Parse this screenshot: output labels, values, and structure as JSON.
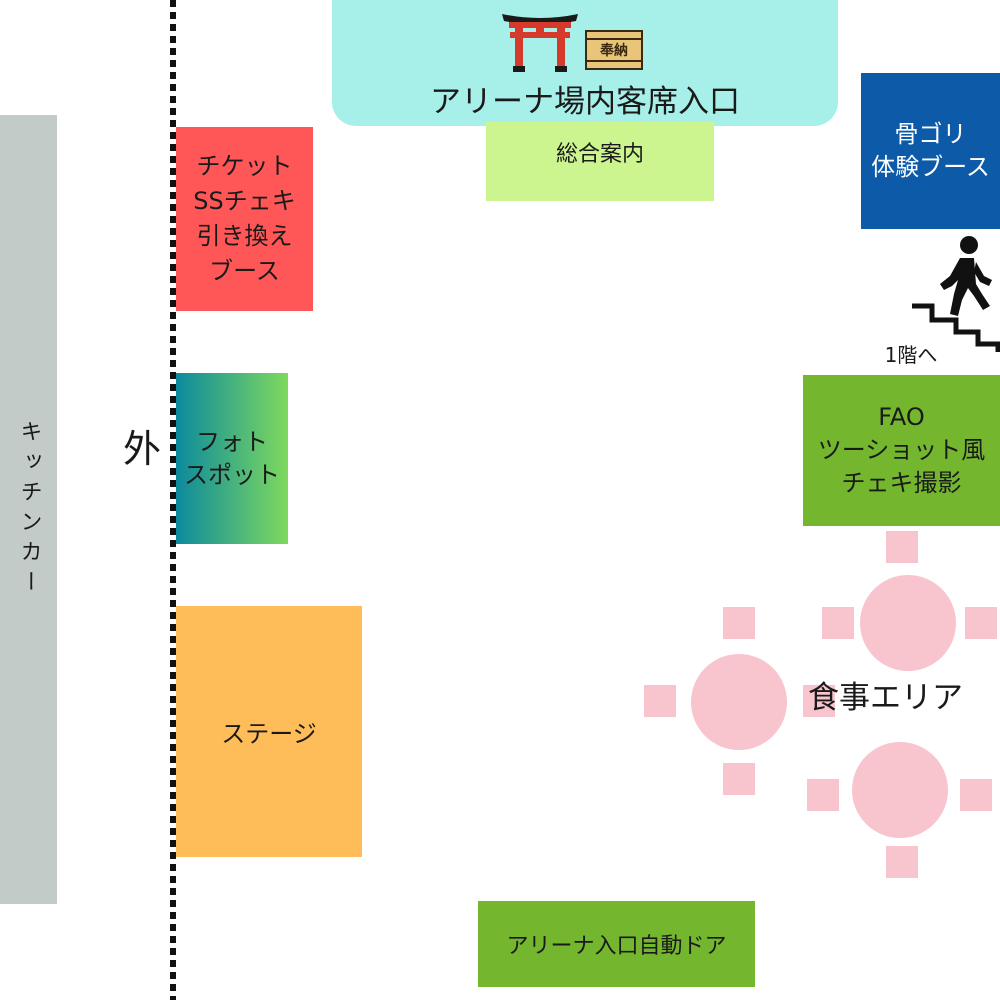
{
  "areas": {
    "seat_entrance": "アリーナ場内客席入口",
    "info": "総合案内",
    "bone_golf": "骨ゴリ\n体験ブース",
    "ticket": "チケット\nSSチェキ\n引き換え\nブース",
    "photo": "フォト\nスポット",
    "stage": "ステージ",
    "fao": "FAO\nツーショット風\nチェキ撮影",
    "auto_door": "アリーナ入口自動ドア",
    "dining": "食事エリア",
    "kitchen_car": "キッチンカー",
    "outside": "外",
    "floor1": "1階へ",
    "hono_plaque": "奉納"
  },
  "colors": {
    "seat_entrance": "#a7f0e9",
    "info": "#ccf58f",
    "bone_golf": "#0d5ba8",
    "ticket": "#ff5757",
    "stage": "#febd59",
    "green_booth": "#74b72e",
    "dining": "#f8c4cd",
    "kitchen_car": "#c3cbc8"
  },
  "icons": [
    "torii-gate-icon",
    "hono-plaque-icon",
    "stairs-up-person-icon"
  ]
}
